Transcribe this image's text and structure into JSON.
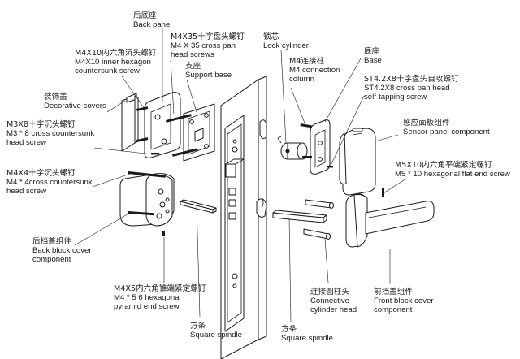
{
  "labels": {
    "back_panel": {
      "zh": "后底座",
      "en": [
        "Back panel"
      ]
    },
    "m4x10_inner_hex": {
      "zh": "M4X10内六角沉头螺钉",
      "en": [
        "M4X10 inner hexagon",
        "countersunk screw"
      ]
    },
    "m4x35_cross_pan": {
      "zh": "M4X35十字盘头螺钉",
      "en": [
        "M4 X 35 cross pan",
        "head screws"
      ]
    },
    "support_base": {
      "zh": "支座",
      "en": [
        "Support base"
      ]
    },
    "lock_cylinder": {
      "zh": "锁芯",
      "en": [
        "Lock cylinder"
      ]
    },
    "m4_connection_column": {
      "zh": "M4连接柱",
      "en": [
        "M4 connection",
        "column"
      ]
    },
    "base": {
      "zh": "底座",
      "en": [
        "Base"
      ]
    },
    "st42x8": {
      "zh": "ST4.2X8十字盘头自攻螺钉",
      "en": [
        "ST4.2X8 cross pan head",
        "self-tapping screw"
      ]
    },
    "decorative_covers": {
      "zh": "装饰盖",
      "en": [
        "Decorative covers"
      ]
    },
    "m3x8": {
      "zh": "M3X8十字沉头螺钉",
      "en": [
        "M3 * 8 cross countersunk",
        "head screw"
      ]
    },
    "sensor_panel": {
      "zh": "感应面板组件",
      "en": [
        "Sensor panel component"
      ]
    },
    "m5x10": {
      "zh": "M5X10内六角平端紧定螺钉",
      "en": [
        "M5 * 10 hexagonal flat end screw"
      ]
    },
    "m4x4": {
      "zh": "M4X4十字沉头螺钉",
      "en": [
        "M4 * 4cross countersunk",
        "head screw"
      ]
    },
    "back_block_cover": {
      "zh": "后挡盖组件",
      "en": [
        "Back block cover",
        "component"
      ]
    },
    "m4x5_pyramid": {
      "zh": "M4X5内六角锥端紧定螺钉",
      "en": [
        "M4 * 5 6 hexagonal",
        "pyramid end screw"
      ]
    },
    "connective_cylinder_head": {
      "zh": "连接圆柱头",
      "en": [
        "Connective",
        "cylinder head"
      ]
    },
    "front_block_cover": {
      "zh": "前挡盖组件",
      "en": [
        "Front block cover",
        "component"
      ]
    },
    "square_spindle_left": {
      "zh": "方条",
      "en": [
        "Square spindle"
      ]
    },
    "square_spindle_right": {
      "zh": "方条",
      "en": [
        "Square spindle"
      ]
    }
  }
}
